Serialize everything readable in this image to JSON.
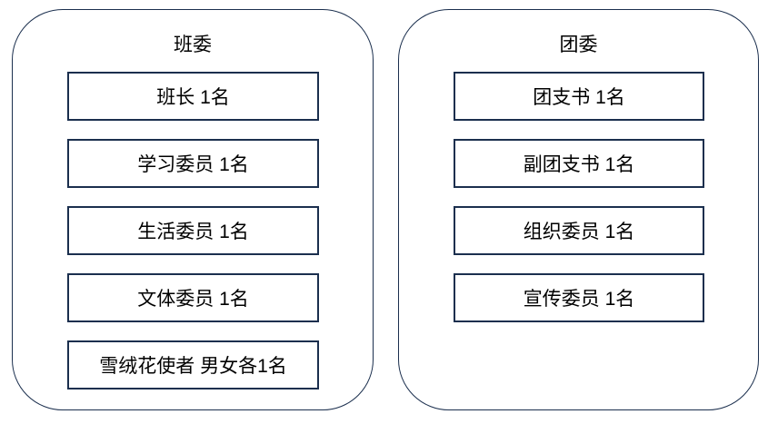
{
  "diagram": {
    "panels": [
      {
        "title": "班委",
        "items": [
          "班长 1名",
          "学习委员 1名",
          "生活委员 1名",
          "文体委员 1名",
          "雪绒花使者 男女各1名"
        ]
      },
      {
        "title": "团委",
        "items": [
          "团支书 1名",
          "副团支书 1名",
          "组织委员 1名",
          "宣传委员 1名"
        ]
      }
    ],
    "colors": {
      "border": "#1b2f4e",
      "text": "#000000",
      "background": "#ffffff"
    }
  }
}
